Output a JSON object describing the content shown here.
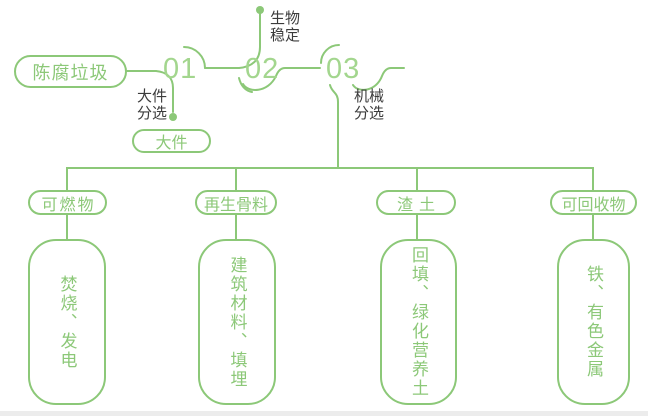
{
  "colors": {
    "green": "#8cc878",
    "green_light": "#a3d68e",
    "text_dark": "#3b3b3b",
    "band_gray": "#ececec"
  },
  "flow": {
    "source": "陈腐垃圾",
    "steps": [
      {
        "number": "01",
        "label": "大件分选",
        "branch_output": "大件"
      },
      {
        "number": "02",
        "label": "生物稳定"
      },
      {
        "number": "03",
        "label": "机械分选"
      }
    ],
    "categories": [
      {
        "name": "可燃物",
        "detail": "焚烧、发电"
      },
      {
        "name": "再生骨料",
        "detail": "建筑材料、填埋"
      },
      {
        "name": "渣土",
        "detail": "回填、绿化营养土"
      },
      {
        "name": "可回收物",
        "detail": "铁、有色金属"
      }
    ]
  }
}
